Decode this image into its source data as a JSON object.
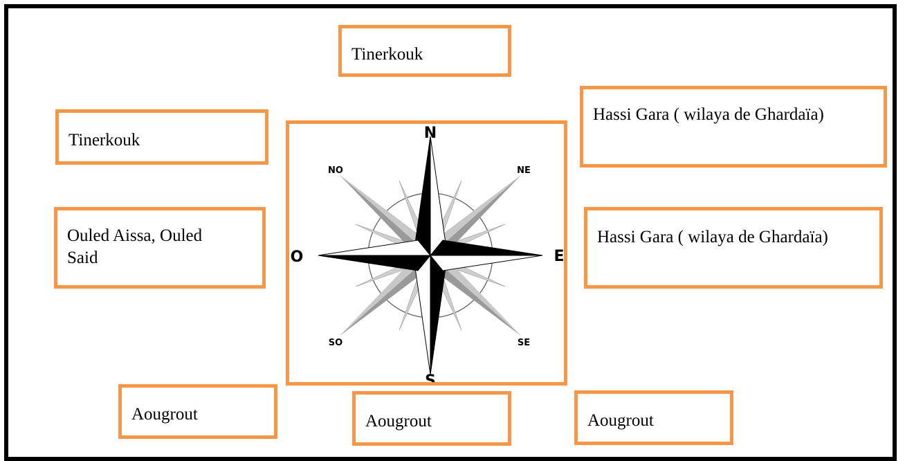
{
  "diagram": {
    "north": "Tinerkouk",
    "northwest": "Tinerkouk",
    "northeast": "Hassi Gara ( wilaya de Ghardaïa)",
    "west": "Ouled Aissa, Ouled Said",
    "east": "Hassi Gara ( wilaya de Ghardaïa)",
    "southwest": "Aougrout",
    "south": "Aougrout",
    "southeast": "Aougrout"
  },
  "compass": {
    "N": "N",
    "S": "S",
    "E": "E",
    "O": "O",
    "NO": "NO",
    "NE": "NE",
    "SO": "SO",
    "SE": "SE"
  },
  "colors": {
    "box_border": "#F79646",
    "frame": "#000000"
  }
}
